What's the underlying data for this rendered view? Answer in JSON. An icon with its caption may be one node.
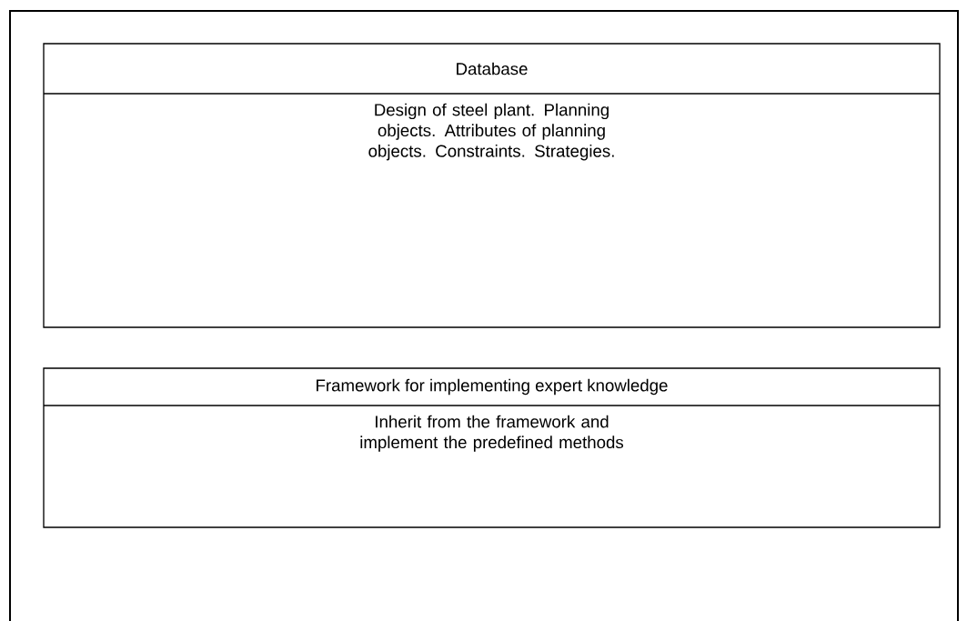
{
  "diagram": {
    "nodes": [
      {
        "text": [
          "Database",
          "Design of steel plant. Planning objects. Attributes of planning objects. Constraints. Strategies."
        ]
      },
      {
        "text": [
          "Framework for implementing expert knowledge",
          "Inherit from the framework and implement the predefined methods"
        ]
      }
    ]
  }
}
